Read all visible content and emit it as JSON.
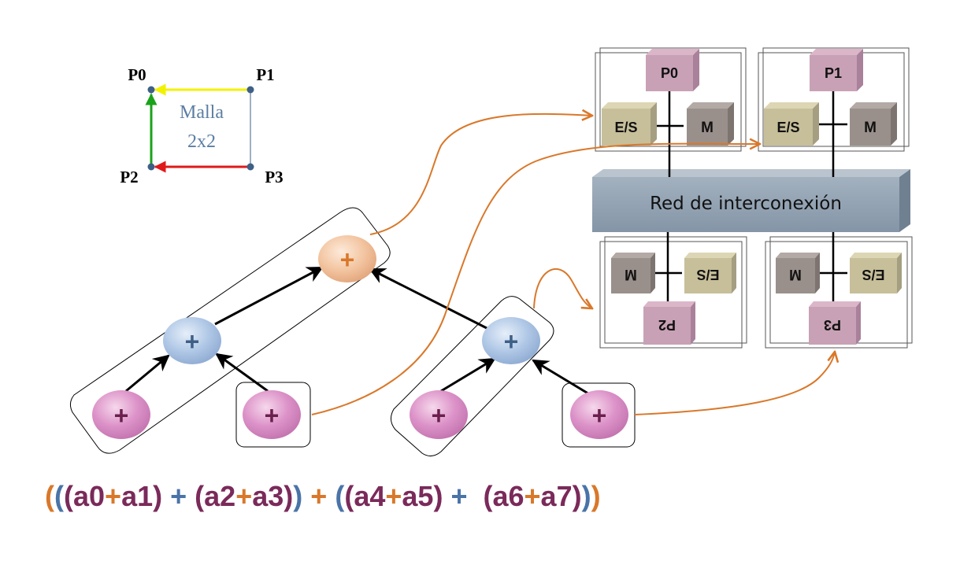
{
  "mesh": {
    "title_line1": "Malla",
    "title_line2": "2x2",
    "nodes": [
      "P0",
      "P1",
      "P2",
      "P3"
    ],
    "colors": {
      "yellow": "#f2f200",
      "green": "#1aa21a",
      "red": "#e01a1a",
      "node": "#3e5f86",
      "text": "#5c7ea3"
    }
  },
  "processors": [
    {
      "label": "P0",
      "io": "E/S",
      "mem": "M"
    },
    {
      "label": "P1",
      "io": "E/S",
      "mem": "M"
    },
    {
      "label": "P2",
      "io": "E/S",
      "mem": "M"
    },
    {
      "label": "P3",
      "io": "E/S",
      "mem": "M"
    }
  ],
  "network": {
    "label": "Red de interconexión"
  },
  "tree": {
    "plus": "+",
    "colors": {
      "pink": "#d98bc2",
      "blue": "#a3bfe0",
      "orange": "#f2bf97",
      "arrow": "#000000",
      "link": "#d9782a"
    }
  },
  "expression": {
    "tokens": [
      {
        "t": "(",
        "c": "#d9782a"
      },
      {
        "t": "(",
        "c": "#4a74a8"
      },
      {
        "t": "(",
        "c": "#7a2a5a"
      },
      {
        "t": "a0",
        "c": "#7a2a5a"
      },
      {
        "t": "+",
        "c": "#d9782a"
      },
      {
        "t": "a1",
        "c": "#7a2a5a"
      },
      {
        "t": ")",
        "c": "#7a2a5a"
      },
      {
        "t": " + ",
        "c": "#4a74a8"
      },
      {
        "t": "(",
        "c": "#7a2a5a"
      },
      {
        "t": "a2",
        "c": "#7a2a5a"
      },
      {
        "t": "+",
        "c": "#d9782a"
      },
      {
        "t": "a3",
        "c": "#7a2a5a"
      },
      {
        "t": ")",
        "c": "#7a2a5a"
      },
      {
        "t": ")",
        "c": "#4a74a8"
      },
      {
        "t": " + ",
        "c": "#d9782a"
      },
      {
        "t": "(",
        "c": "#4a74a8"
      },
      {
        "t": "(",
        "c": "#7a2a5a"
      },
      {
        "t": "a4",
        "c": "#7a2a5a"
      },
      {
        "t": "+",
        "c": "#d9782a"
      },
      {
        "t": "a5",
        "c": "#7a2a5a"
      },
      {
        "t": ")",
        "c": "#7a2a5a"
      },
      {
        "t": " +  ",
        "c": "#4a74a8"
      },
      {
        "t": "(",
        "c": "#7a2a5a"
      },
      {
        "t": "a6",
        "c": "#7a2a5a"
      },
      {
        "t": "+",
        "c": "#d9782a"
      },
      {
        "t": "a7",
        "c": "#7a2a5a"
      },
      {
        "t": ")",
        "c": "#7a2a5a"
      },
      {
        "t": ")",
        "c": "#4a74a8"
      },
      {
        "t": ")",
        "c": "#d9782a"
      }
    ]
  }
}
